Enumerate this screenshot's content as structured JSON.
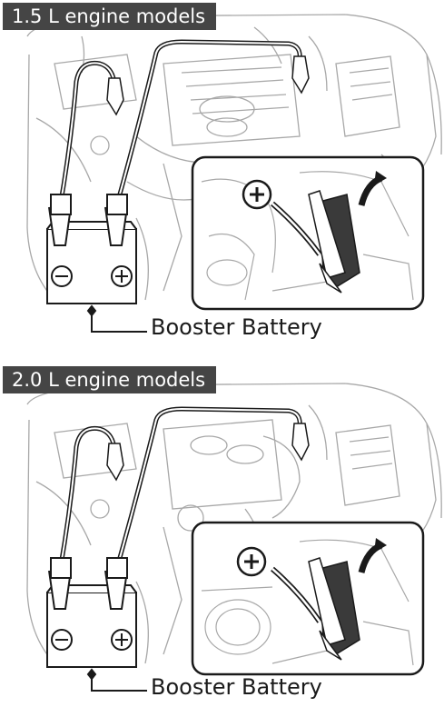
{
  "sections": [
    {
      "title": "1.5 L engine models",
      "label": "Booster Battery"
    },
    {
      "title": "2.0 L engine models",
      "label": "Booster Battery"
    }
  ],
  "symbols": {
    "positive": "+",
    "negative": "−"
  },
  "colors": {
    "tab_bg": "#454545",
    "line": "#1a1a1a",
    "engine_line": "#9a9a9a"
  }
}
